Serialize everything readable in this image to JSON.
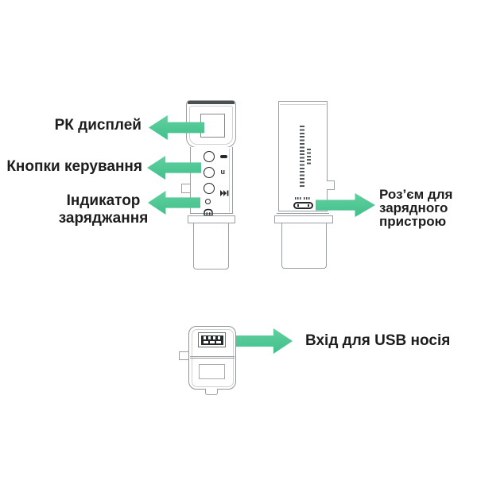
{
  "colors": {
    "bg": "#ffffff",
    "arrowTop": "#63d0a0",
    "arrowBottom": "#3fc08a",
    "line": "#9aa0a2",
    "lineLight": "#cfd1d2",
    "lineDark": "#4b4f51",
    "ink": "#24282a",
    "text": "#1d1d1d"
  },
  "callouts": {
    "lcd": "РК дисплей",
    "controls": "Кнопки керування",
    "indicator1": "Індикатор",
    "indicator2": "заряджання",
    "charger1": "Роз’єм для",
    "charger2": "зарядного",
    "charger3": "пристрою",
    "usb": "Вхід для USB носія"
  },
  "device": {
    "front": {
      "button2_glyph": "u"
    }
  },
  "icons": {
    "button1": "bar-icon",
    "button2": "power-u-icon",
    "button3": "next-track-icon",
    "indicator": "led-dot-icon",
    "charge": "charge-plug-icon",
    "usb_port": "usb-port-icon",
    "charging_port": "micro-usb-port-icon"
  }
}
